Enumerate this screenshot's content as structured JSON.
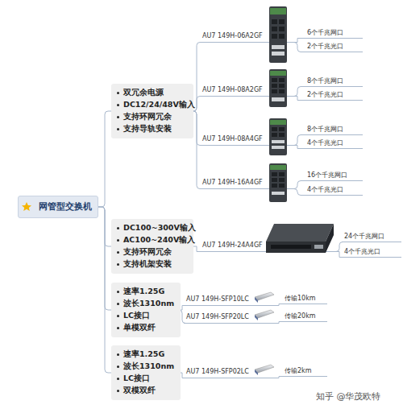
{
  "diagram": {
    "nodes": [
      {
        "text": [
          "网管型交换机"
        ]
      },
      {
        "text": [
          "双冗余电源",
          "DC12/24/48V输入",
          "支持环网冗余",
          "支持导轨安装"
        ]
      },
      {
        "text": [
          "AU7 149H-06A2GF"
        ]
      },
      {
        "text": [
          "6个千兆网口"
        ]
      },
      {
        "text": [
          "2个千兆光口"
        ]
      },
      {
        "text": [
          "AU7 149H-08A2GF"
        ]
      },
      {
        "text": [
          "8个千兆网口"
        ]
      },
      {
        "text": [
          "2个千兆光口"
        ]
      },
      {
        "text": [
          "AU7 149H-08A4GF"
        ]
      },
      {
        "text": [
          "8个千兆网口"
        ]
      },
      {
        "text": [
          "4个千兆光口"
        ]
      },
      {
        "text": [
          "AU7 149H-16A4GF"
        ]
      },
      {
        "text": [
          "16个千兆网口"
        ]
      },
      {
        "text": [
          "4个千兆光口"
        ]
      },
      {
        "text": [
          "DC100~300V输入",
          "AC100~240V输入",
          "支持环网冗余",
          "支持机架安装"
        ]
      },
      {
        "text": [
          "AU7 149H-24A4GF"
        ]
      },
      {
        "text": [
          "24个千兆网口"
        ]
      },
      {
        "text": [
          "4个千兆光口"
        ]
      },
      {
        "text": [
          "速率1.25G",
          "波长1310nm",
          "LC接口",
          "单模双纤"
        ]
      },
      {
        "text": [
          "AU7 149H-SFP10LC"
        ]
      },
      {
        "text": [
          "传输10km"
        ]
      },
      {
        "text": [
          "AU7 149H-SFP20LC"
        ]
      },
      {
        "text": [
          "传输20km"
        ]
      },
      {
        "text": [
          "速率1.25G",
          "波长1310nm",
          "LC接口",
          "双模双纤"
        ]
      },
      {
        "text": [
          "AU7 149H-SFP02LC"
        ]
      },
      {
        "text": [
          "传输2km"
        ]
      }
    ],
    "edges": [
      {
        "from": 0,
        "to": 1,
        "arrow": "none"
      },
      {
        "from": 0,
        "to": 14,
        "arrow": "none"
      },
      {
        "from": 0,
        "to": 18,
        "arrow": "none"
      },
      {
        "from": 0,
        "to": 23,
        "arrow": "none"
      },
      {
        "from": 1,
        "to": 2,
        "arrow": "none"
      },
      {
        "from": 1,
        "to": 5,
        "arrow": "none"
      },
      {
        "from": 1,
        "to": 8,
        "arrow": "none"
      },
      {
        "from": 1,
        "to": 11,
        "arrow": "none"
      },
      {
        "from": 2,
        "to": 3,
        "arrow": "none"
      },
      {
        "from": 2,
        "to": 4,
        "arrow": "none"
      },
      {
        "from": 5,
        "to": 6,
        "arrow": "none"
      },
      {
        "from": 5,
        "to": 7,
        "arrow": "none"
      },
      {
        "from": 8,
        "to": 9,
        "arrow": "none"
      },
      {
        "from": 8,
        "to": 10,
        "arrow": "none"
      },
      {
        "from": 11,
        "to": 12,
        "arrow": "none"
      },
      {
        "from": 11,
        "to": 13,
        "arrow": "none"
      },
      {
        "from": 14,
        "to": 15,
        "arrow": "none"
      },
      {
        "from": 15,
        "to": 16,
        "arrow": "none"
      },
      {
        "from": 15,
        "to": 17,
        "arrow": "none"
      },
      {
        "from": 18,
        "to": 19,
        "arrow": "none"
      },
      {
        "from": 18,
        "to": 21,
        "arrow": "none"
      },
      {
        "from": 19,
        "to": 20,
        "arrow": "none"
      },
      {
        "from": 21,
        "to": 22,
        "arrow": "none"
      },
      {
        "from": 23,
        "to": 24,
        "arrow": "none"
      },
      {
        "from": 24,
        "to": 25,
        "arrow": "none"
      }
    ],
    "labels": [
      "知乎 @华茂欧特"
    ]
  }
}
